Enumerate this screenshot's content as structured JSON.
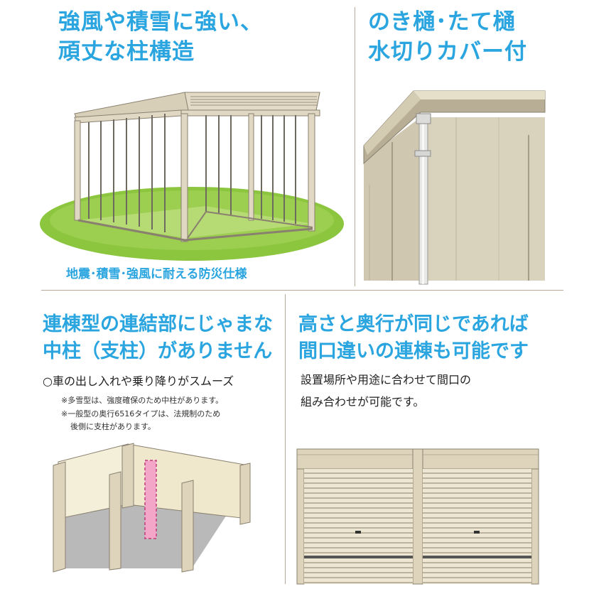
{
  "sections": {
    "top_left": {
      "heading_line1": "強風や積雪に強い、",
      "heading_line2": "頑丈な柱構造",
      "caption": "地震･積雪･強風に耐える防災仕様"
    },
    "top_right": {
      "heading_line1": "のき樋･たて樋",
      "heading_line2": "水切りカバー付"
    },
    "bottom_left": {
      "heading_line1": "連棟型の連結部にじゃまな",
      "heading_line2": "中柱（支柱）がありません",
      "bullet": "○車の出し入れや乗り降りがスムーズ",
      "note1": "※多雪型は、強度確保のため中柱があります。",
      "note2": "※一般型の奥行6516タイプは、法規制のため",
      "note3": "後側に支柱があります。"
    },
    "bottom_right": {
      "heading_line1": "高さと奥行が同じであれば",
      "heading_line2": "間口違いの連棟も可能です",
      "body_line1": "設置場所や用途に合わせて間口の",
      "body_line2": "組み合わせが可能です。"
    }
  },
  "colors": {
    "accent": "#2aa5df",
    "divider": "#b7a898",
    "frame": "#d8cfb8",
    "grass": "#8cc63f",
    "pillar_highlight": "#f4a6c8"
  }
}
